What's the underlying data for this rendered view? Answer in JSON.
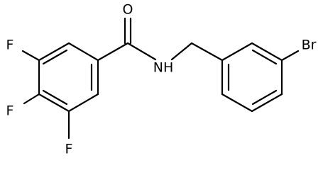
{
  "colors": {
    "background": "#ffffff",
    "ink": "#000000"
  },
  "atoms": {
    "oxygen": "O",
    "nitrogen_hydrogen": "NH",
    "bromine": "Br",
    "fluorine_top": "F",
    "fluorine_middle": "F",
    "fluorine_bottom": "F"
  }
}
